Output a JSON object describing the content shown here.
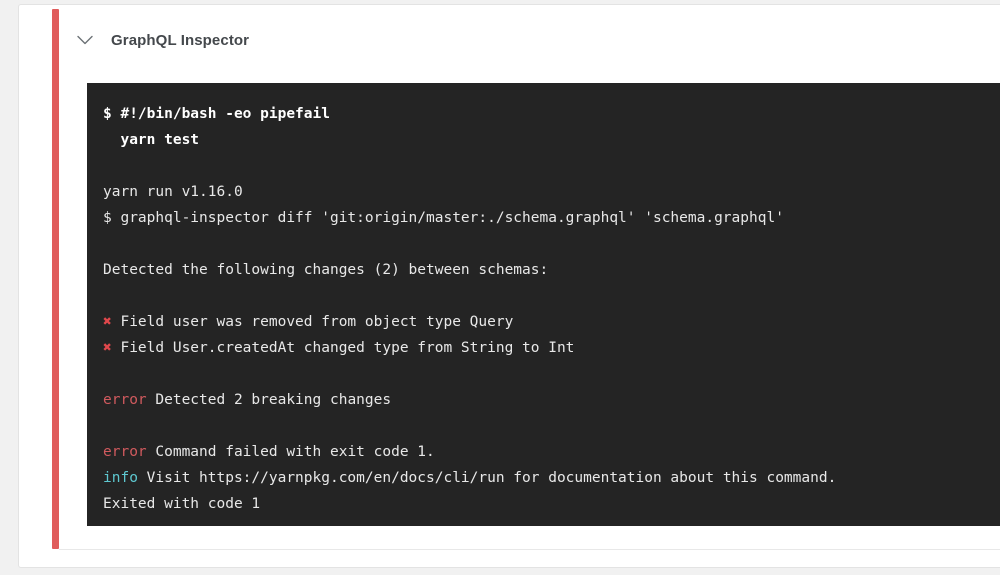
{
  "page": {
    "background_color": "#f1f1f1",
    "card_background": "#ffffff"
  },
  "job": {
    "title": "GraphQL Inspector",
    "status_color": "#e05c5c",
    "collapse_icon": "chevron-down-icon"
  },
  "terminal": {
    "background_color": "#242424",
    "text_color": "#e8e8e8",
    "error_color": "#d05a5e",
    "info_color": "#5ec8d0",
    "marker_color": "#e0484c",
    "lines": [
      {
        "type": "command",
        "text": "$ #!/bin/bash -eo pipefail"
      },
      {
        "type": "command",
        "text": "  yarn test"
      },
      {
        "type": "blank",
        "text": ""
      },
      {
        "type": "plain",
        "text": "yarn run v1.16.0"
      },
      {
        "type": "plain",
        "text": "$ graphql-inspector diff 'git:origin/master:./schema.graphql' 'schema.graphql'"
      },
      {
        "type": "blank",
        "text": ""
      },
      {
        "type": "plain",
        "text": "Detected the following changes (2) between schemas:"
      },
      {
        "type": "blank",
        "text": ""
      },
      {
        "type": "marker",
        "marker": "✖",
        "text": " Field user was removed from object type Query"
      },
      {
        "type": "marker",
        "marker": "✖",
        "text": " Field User.createdAt changed type from String to Int"
      },
      {
        "type": "blank",
        "text": ""
      },
      {
        "type": "labeled",
        "label": "error",
        "label_kind": "error",
        "text": " Detected 2 breaking changes"
      },
      {
        "type": "blank",
        "text": ""
      },
      {
        "type": "labeled",
        "label": "error",
        "label_kind": "error",
        "text": " Command failed with exit code 1."
      },
      {
        "type": "labeled",
        "label": "info",
        "label_kind": "info",
        "text": " Visit https://yarnpkg.com/en/docs/cli/run for documentation about this command."
      },
      {
        "type": "plain",
        "text": "Exited with code 1"
      }
    ]
  }
}
